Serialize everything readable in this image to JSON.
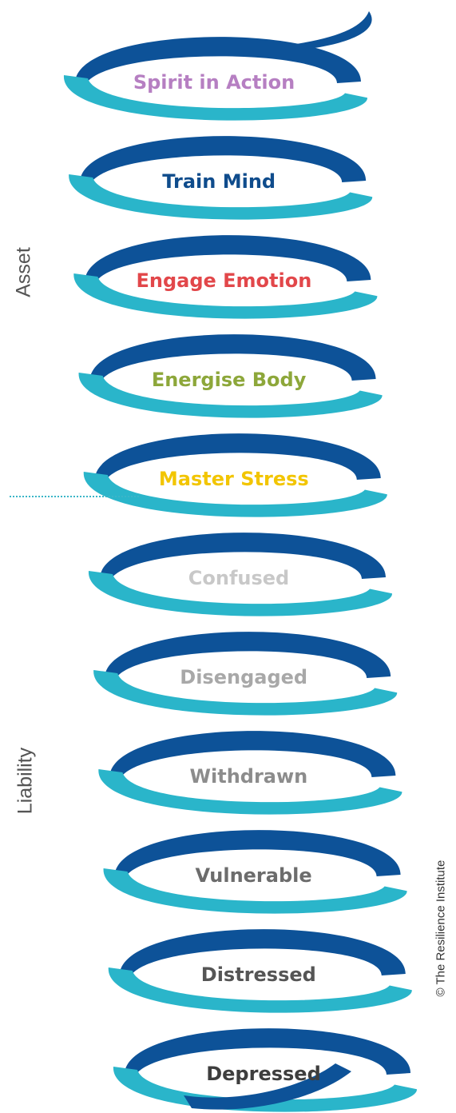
{
  "side_labels": {
    "asset": "Asset",
    "liability": "Liability"
  },
  "credit": "© The Resilience Institute",
  "colors": {
    "ribbon_dark": "#0d5298",
    "ribbon_light": "#2ab5ca"
  },
  "levels": [
    {
      "label": "Spirit in Action",
      "color": "#b67fc2"
    },
    {
      "label": "Train Mind",
      "color": "#0f4c8c"
    },
    {
      "label": "Engage Emotion",
      "color": "#e2474a"
    },
    {
      "label": "Energise Body",
      "color": "#8da73a"
    },
    {
      "label": "Master Stress",
      "color": "#f2c500"
    },
    {
      "label": "Confused",
      "color": "#c8c8c8"
    },
    {
      "label": "Disengaged",
      "color": "#a8a8a8"
    },
    {
      "label": "Withdrawn",
      "color": "#8c8c8c"
    },
    {
      "label": "Vulnerable",
      "color": "#6c6c6c"
    },
    {
      "label": "Distressed",
      "color": "#555555"
    },
    {
      "label": "Depressed",
      "color": "#3e3e3e"
    }
  ]
}
